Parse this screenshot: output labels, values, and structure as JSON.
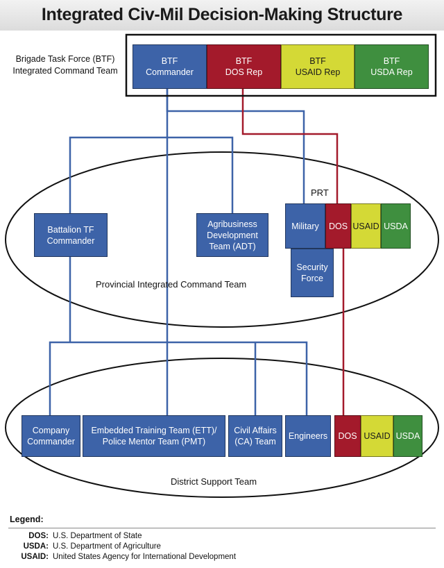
{
  "title": "Integrated Civ-Mil Decision-Making Structure",
  "btf_group_label": "Brigade Task Force (BTF)\nIntegrated Command Team",
  "btf_team": [
    {
      "label": "BTF\nCommander",
      "color": "blue"
    },
    {
      "label": "BTF\nDOS Rep",
      "color": "red"
    },
    {
      "label": "BTF\nUSAID Rep",
      "color": "yellow"
    },
    {
      "label": "BTF\nUSDA Rep",
      "color": "green"
    }
  ],
  "provincial": {
    "label": "Provincial Integrated Command Team",
    "battalion": "Battalion TF\nCommander",
    "adt": "Agribusiness\nDevelopment\nTeam (ADT)",
    "prt_label": "PRT",
    "prt": [
      {
        "label": "Military",
        "color": "blue"
      },
      {
        "label": "DOS",
        "color": "red"
      },
      {
        "label": "USAID",
        "color": "yellow"
      },
      {
        "label": "USDA",
        "color": "green"
      }
    ],
    "security": "Security\nForce"
  },
  "district": {
    "label": "District Support Team",
    "units": [
      {
        "label": "Company\nCommander",
        "color": "blue"
      },
      {
        "label": "Embedded Training Team (ETT)/\nPolice Mentor Team (PMT)",
        "color": "blue"
      },
      {
        "label": "Civil Affairs\n(CA) Team",
        "color": "blue"
      },
      {
        "label": "Engineers",
        "color": "blue"
      }
    ],
    "civ": [
      {
        "label": "DOS",
        "color": "red"
      },
      {
        "label": "USAID",
        "color": "yellow"
      },
      {
        "label": "USDA",
        "color": "green"
      }
    ]
  },
  "legend": {
    "heading": "Legend:",
    "items": [
      {
        "key": "DOS:",
        "value": "U.S. Department of State"
      },
      {
        "key": "USDA:",
        "value": "U.S. Department of Agriculture"
      },
      {
        "key": "USAID:",
        "value": "United States Agency for International Development"
      }
    ]
  },
  "colors": {
    "blue": "#3d63a8",
    "red": "#a31a2b",
    "yellow": "#d4d936",
    "green": "#3f8f3f",
    "line_blue": "#3d63a8",
    "line_red": "#a31a2b"
  }
}
